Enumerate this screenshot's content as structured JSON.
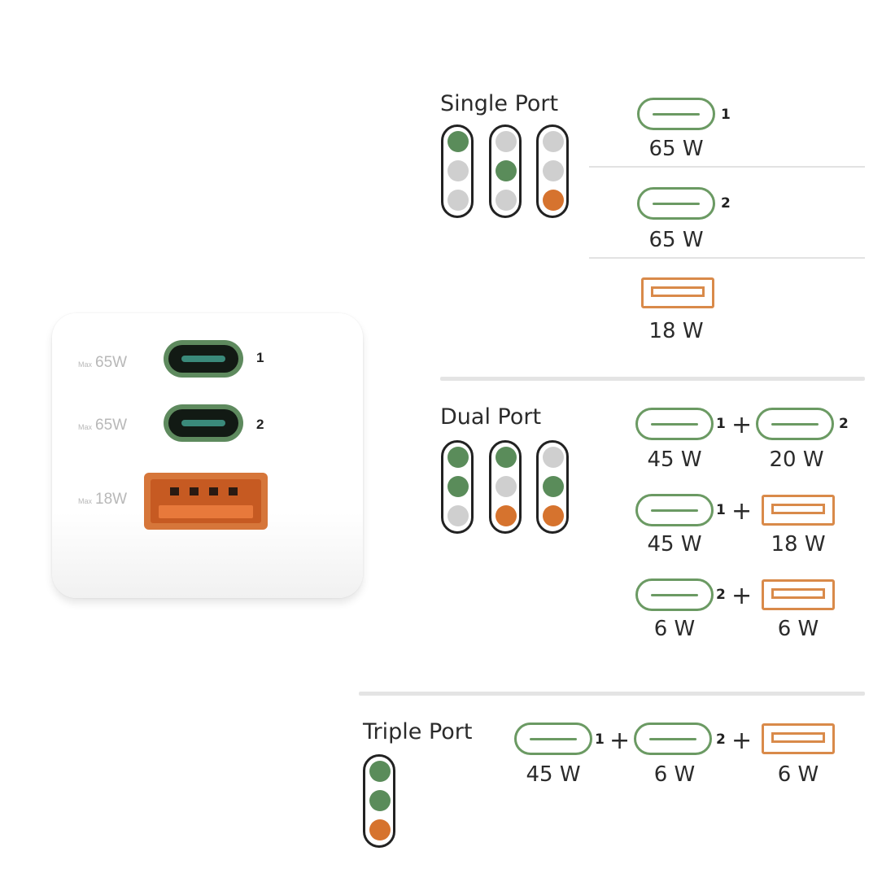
{
  "charger": {
    "ports": [
      {
        "max_prefix": "Max",
        "max_value": "65W",
        "number": "1",
        "type": "usb-c"
      },
      {
        "max_prefix": "Max",
        "max_value": "65W",
        "number": "2",
        "type": "usb-c"
      },
      {
        "max_prefix": "Max",
        "max_value": "18W",
        "number": "",
        "type": "usb-a"
      }
    ]
  },
  "single": {
    "title": "Single Port",
    "rows": [
      {
        "port": "1",
        "watt": "65 W"
      },
      {
        "port": "2",
        "watt": "65 W"
      },
      {
        "port": "",
        "watt": "18 W"
      }
    ]
  },
  "dual": {
    "title": "Dual Port",
    "rows": [
      {
        "a_port": "1",
        "a_watt": "45 W",
        "plus": "+",
        "b_port": "2",
        "b_watt": "20 W"
      },
      {
        "a_port": "1",
        "a_watt": "45 W",
        "plus": "+",
        "b_port": "",
        "b_watt": "18 W"
      },
      {
        "a_port": "2",
        "a_watt": "6 W",
        "plus": "+",
        "b_port": "",
        "b_watt": "6 W"
      }
    ]
  },
  "triple": {
    "title": "Triple Port",
    "p1": "1",
    "p1_watt": "45 W",
    "plus1": "+",
    "p2": "2",
    "p2_watt": "6 W",
    "plus2": "+",
    "p3_watt": "6 W"
  },
  "colors": {
    "green": "#5a8c5a",
    "orange": "#d6732e",
    "off": "#cfcfcf"
  },
  "icons": [
    "usb-c-port-icon",
    "usb-a-port-icon",
    "led-indicator-icon"
  ]
}
